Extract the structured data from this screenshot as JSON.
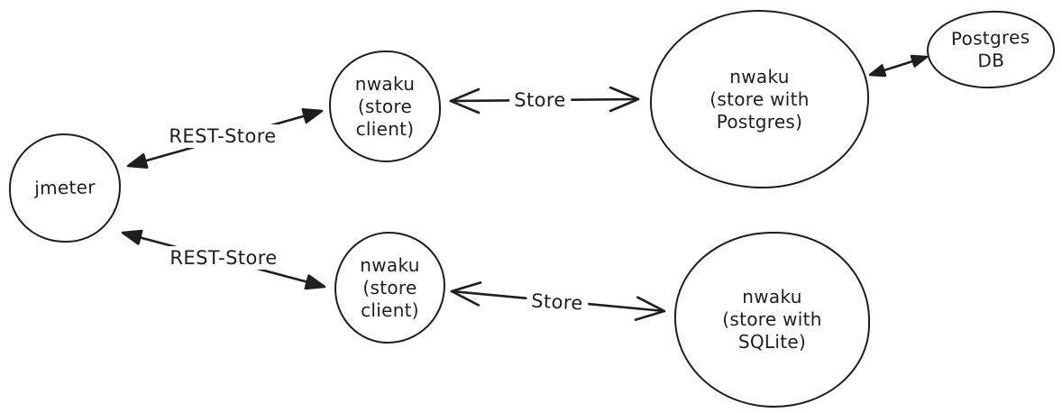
{
  "colors": {
    "stroke": "#1e1e1e",
    "background": "#ffffff"
  },
  "nodes": {
    "jmeter": {
      "line1": "jmeter"
    },
    "store_client_top": {
      "line1": "nwaku",
      "line2": "(store",
      "line3": "client)"
    },
    "store_postgres": {
      "line1": "nwaku",
      "line2": "(store with",
      "line3": "Postgres)"
    },
    "postgres_db": {
      "line1": "Postgres",
      "line2": "DB"
    },
    "store_client_bottom": {
      "line1": "nwaku",
      "line2": "(store",
      "line3": "client)"
    },
    "store_sqlite": {
      "line1": "nwaku",
      "line2": "(store with",
      "line3": "SQLite)"
    }
  },
  "edges": {
    "rest_store_top": {
      "label": "REST-Store"
    },
    "store_top": {
      "label": "Store"
    },
    "rest_store_bottom": {
      "label": "REST-Store"
    },
    "store_bottom": {
      "label": "Store"
    },
    "db_link": {
      "label": ""
    }
  }
}
